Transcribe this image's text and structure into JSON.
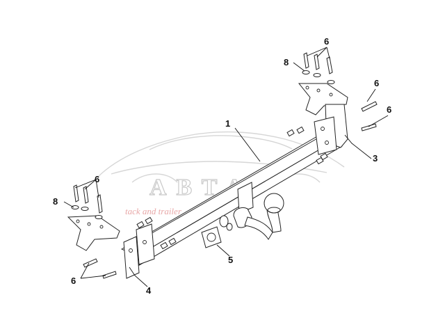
{
  "watermark": {
    "brand": "АВТА",
    "tagline": "tack and trailer"
  },
  "callouts": [
    {
      "id": "beam",
      "text": "1"
    },
    {
      "id": "bracket-right",
      "text": "3"
    },
    {
      "id": "bracket-left",
      "text": "4"
    },
    {
      "id": "socket-plate",
      "text": "5"
    },
    {
      "id": "bolt-top-right",
      "text": "6"
    },
    {
      "id": "bolt-right-upper",
      "text": "6"
    },
    {
      "id": "bolt-right-lower",
      "text": "6"
    },
    {
      "id": "bolt-top-left",
      "text": "6"
    },
    {
      "id": "bolt-bottom-left",
      "text": "6"
    },
    {
      "id": "washer-right",
      "text": "8"
    },
    {
      "id": "washer-left",
      "text": "8"
    }
  ]
}
